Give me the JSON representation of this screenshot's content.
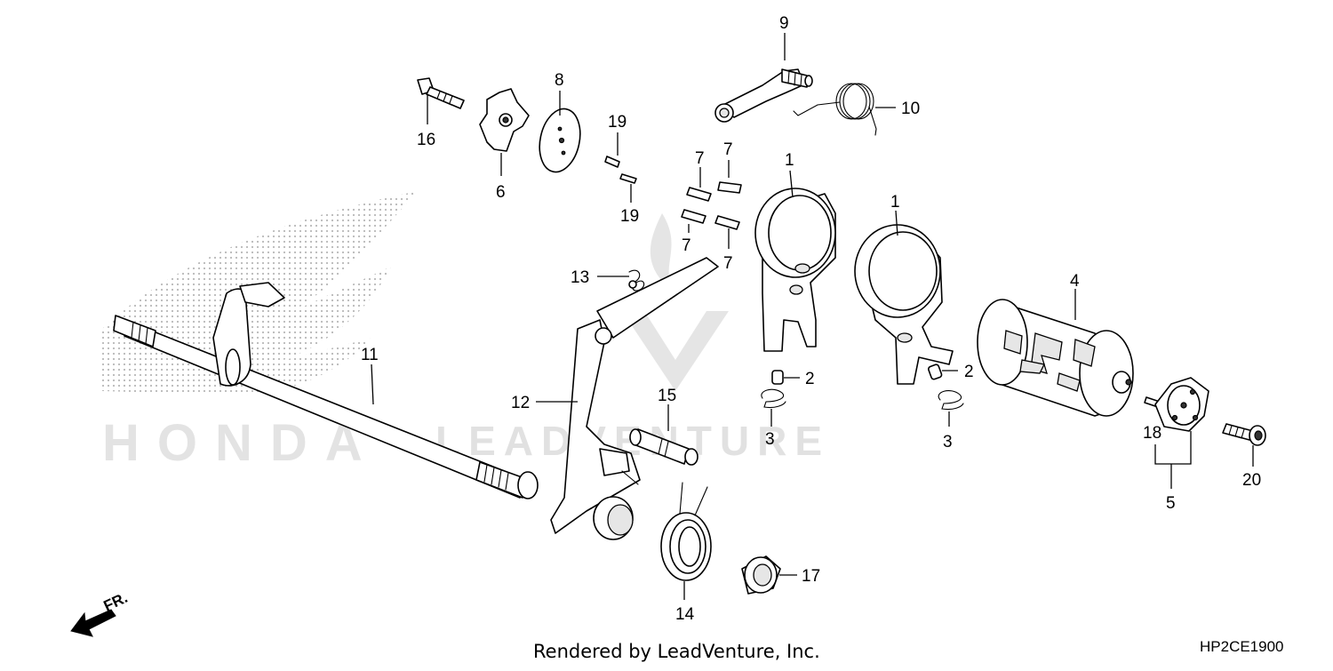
{
  "diagram": {
    "code": "HP2CE1900",
    "credit": "Rendered by LeadVenture, Inc.",
    "front_arrow_label": "FR.",
    "watermarks": {
      "brand": "HONDA",
      "vendor": "LEADVENTURE"
    }
  },
  "callouts": [
    {
      "id": "c1a",
      "label": "1"
    },
    {
      "id": "c1b",
      "label": "1"
    },
    {
      "id": "c2a",
      "label": "2"
    },
    {
      "id": "c2b",
      "label": "2"
    },
    {
      "id": "c3a",
      "label": "3"
    },
    {
      "id": "c3b",
      "label": "3"
    },
    {
      "id": "c4",
      "label": "4"
    },
    {
      "id": "c5",
      "label": "5"
    },
    {
      "id": "c6",
      "label": "6"
    },
    {
      "id": "c7a",
      "label": "7"
    },
    {
      "id": "c7b",
      "label": "7"
    },
    {
      "id": "c7c",
      "label": "7"
    },
    {
      "id": "c7d",
      "label": "7"
    },
    {
      "id": "c8",
      "label": "8"
    },
    {
      "id": "c9",
      "label": "9"
    },
    {
      "id": "c10",
      "label": "10"
    },
    {
      "id": "c11",
      "label": "11"
    },
    {
      "id": "c12",
      "label": "12"
    },
    {
      "id": "c13",
      "label": "13"
    },
    {
      "id": "c14",
      "label": "14"
    },
    {
      "id": "c15",
      "label": "15"
    },
    {
      "id": "c16",
      "label": "16"
    },
    {
      "id": "c17",
      "label": "17"
    },
    {
      "id": "c18",
      "label": "18"
    },
    {
      "id": "c19a",
      "label": "19"
    },
    {
      "id": "c19b",
      "label": "19"
    },
    {
      "id": "c20",
      "label": "20"
    }
  ]
}
